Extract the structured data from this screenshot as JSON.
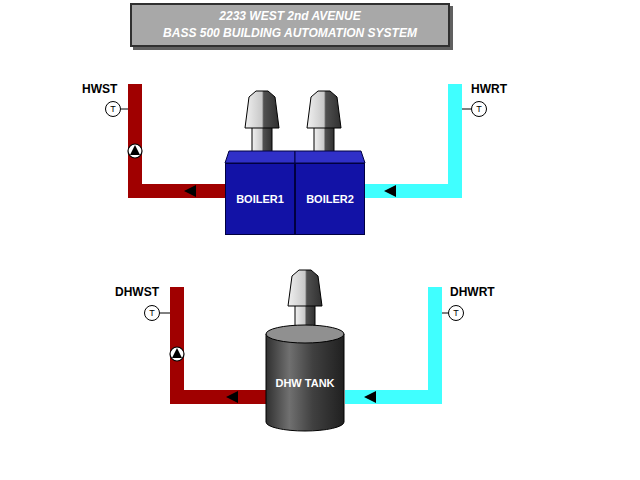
{
  "diagram": {
    "nodes": [
      {
        "text": [
          "2233 WEST 2nd AVENUE",
          "BASS 500 BUILDING AUTOMATION SYSTEM"
        ]
      },
      {
        "text": [
          "T"
        ]
      },
      {
        "text": [
          "T"
        ]
      },
      {
        "text": [
          "BOILER1"
        ]
      },
      {
        "text": [
          "BOILER2"
        ]
      },
      {
        "text": [
          "T"
        ]
      },
      {
        "text": [
          "T"
        ]
      },
      {
        "text": [
          "DHW TANK"
        ]
      }
    ],
    "labels": [
      "HWST",
      "HWRT",
      "DHWST",
      "DHWRT"
    ]
  }
}
